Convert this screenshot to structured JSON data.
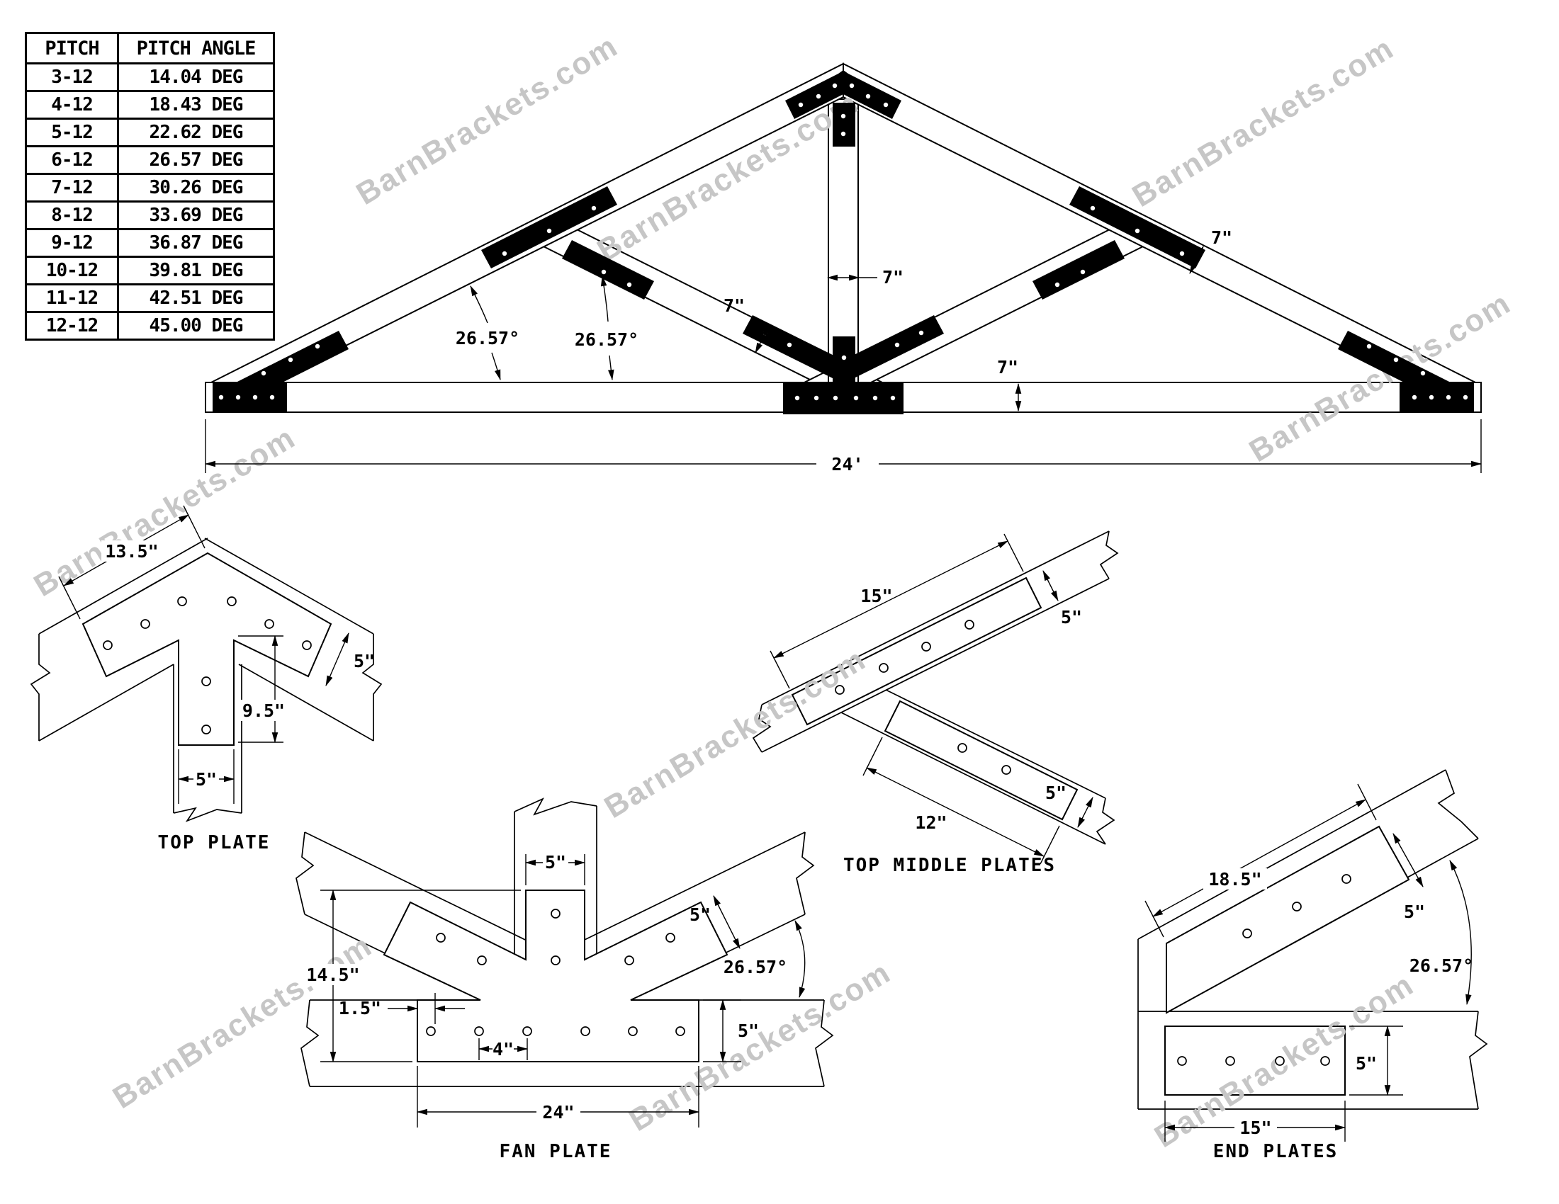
{
  "colors": {
    "ink": "#000000",
    "background": "#ffffff",
    "watermark": "#c6c6c6"
  },
  "watermark": {
    "text": "BarnBrackets.com"
  },
  "pitch_table": {
    "headers": [
      "PITCH",
      "PITCH ANGLE"
    ],
    "rows": [
      {
        "pitch": "3-12",
        "angle": "14.04 DEG"
      },
      {
        "pitch": "4-12",
        "angle": "18.43 DEG"
      },
      {
        "pitch": "5-12",
        "angle": "22.62 DEG"
      },
      {
        "pitch": "6-12",
        "angle": "26.57 DEG"
      },
      {
        "pitch": "7-12",
        "angle": "30.26 DEG"
      },
      {
        "pitch": "8-12",
        "angle": "33.69 DEG"
      },
      {
        "pitch": "9-12",
        "angle": "36.87 DEG"
      },
      {
        "pitch": "10-12",
        "angle": "39.81 DEG"
      },
      {
        "pitch": "11-12",
        "angle": "42.51 DEG"
      },
      {
        "pitch": "12-12",
        "angle": "45.00 DEG"
      }
    ]
  },
  "truss": {
    "labels": {
      "angle_left": "26.57°",
      "angle_right": "26.57°",
      "web_width": "7\"",
      "king_post_width": "7\"",
      "top_chord_width": "7\"",
      "bottom_chord_height": "7\"",
      "span": "24'"
    }
  },
  "details": {
    "top_plate": {
      "title": "TOP PLATE",
      "arm_length": "13.5\"",
      "arm_width": "5\"",
      "leg_height": "9.5\"",
      "leg_width": "5\""
    },
    "top_middle_plates": {
      "title": "TOP MIDDLE PLATES",
      "chord_plate_length": "15\"",
      "chord_plate_width": "5\"",
      "web_plate_length": "12\"",
      "web_plate_width": "5\""
    },
    "fan_plate": {
      "title": "FAN PLATE",
      "post_width": "5\"",
      "height": "14.5\"",
      "edge_offset": "1.5\"",
      "hole_spacing": "4\"",
      "strap_height": "5\"",
      "arm_width": "5\"",
      "angle": "26.57°",
      "strap_length": "24\""
    },
    "end_plates": {
      "title": "END PLATES",
      "rafter_plate_length": "18.5\"",
      "rafter_plate_width": "5\"",
      "angle": "26.57°",
      "plate_height": "5\"",
      "plate_length": "15\""
    }
  }
}
